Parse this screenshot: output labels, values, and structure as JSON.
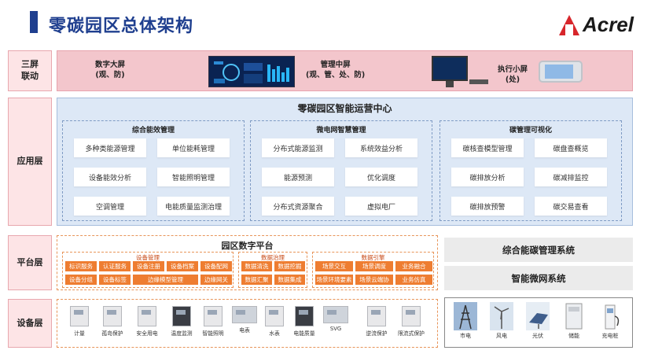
{
  "header": {
    "title": "零碳园区总体架构",
    "logo_text": "Acrel"
  },
  "layers": {
    "screen": "三屏\n联动",
    "app": "应用层",
    "platform": "平台层",
    "device": "设备层"
  },
  "screens": [
    {
      "title": "数字大屏",
      "sub": "(观、防)"
    },
    {
      "title": "管理中屏",
      "sub": "(观、管、处、防)"
    },
    {
      "title": "执行小屏",
      "sub": "(处)"
    }
  ],
  "app_center": {
    "title": "零碳园区智能运营中心",
    "groups": [
      {
        "title": "综合能效管理",
        "items": [
          "多种类能源管理",
          "单位能耗管理",
          "设备能效分析",
          "智能照明管理",
          "空调管理",
          "电能质量监测治理"
        ]
      },
      {
        "title": "微电网智慧管理",
        "items": [
          "分布式能源监测",
          "系统效益分析",
          "能源预测",
          "优化调度",
          "分布式资源聚合",
          "虚拟电厂"
        ]
      },
      {
        "title": "碳管理可视化",
        "items": [
          "碳核查模型管理",
          "碳盘查概览",
          "碳排放分析",
          "碳减排监控",
          "碳排放预警",
          "碳交易查看"
        ]
      }
    ]
  },
  "platform": {
    "title": "园区数字平台",
    "groups": [
      {
        "title": "设备管理",
        "items": [
          "标识服务",
          "认证服务",
          "设备注册",
          "设备档案",
          "设备配网",
          "设备分组",
          "设备标签",
          "边缘模型管理",
          "边缘网关"
        ]
      },
      {
        "title": "数据治理",
        "items": [
          "数据清洗",
          "数据挖掘",
          "数据汇聚",
          "数据集成"
        ]
      },
      {
        "title": "数据引擎",
        "items": [
          "场景交互",
          "场景调度",
          "业务融合",
          "场景环境要素",
          "场景云端协",
          "业务仿真"
        ]
      }
    ]
  },
  "systems": [
    "综合能碳管理系统",
    "智能微网系统"
  ],
  "devices": [
    "计量",
    "孤岛保护",
    "安全用电",
    "温度监测",
    "智能照明",
    "电表",
    "水表",
    "电能质量",
    "SVG",
    "逆流保护",
    "限流式保护"
  ],
  "energy_sources": [
    "市电",
    "风电",
    "光伏",
    "储能",
    "充电桩"
  ]
}
